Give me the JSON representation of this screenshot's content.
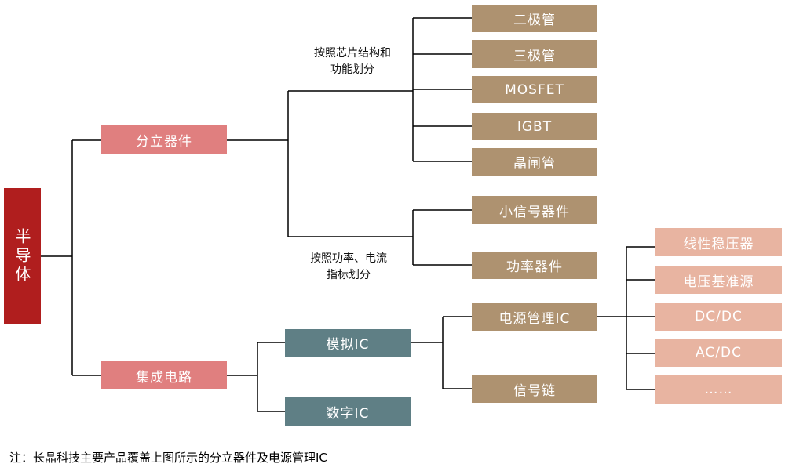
{
  "root": {
    "label": "半导体"
  },
  "discrete": {
    "label": "分立器件",
    "groups": [
      {
        "caption_line1": "按照芯片结构和",
        "caption_line2": "功能划分",
        "items": [
          "二极管",
          "三极管",
          "MOSFET",
          "IGBT",
          "晶闸管"
        ]
      },
      {
        "caption_line1": "按照功率、电流",
        "caption_line2": "指标划分",
        "items": [
          "小信号器件",
          "功率器件"
        ]
      }
    ]
  },
  "ic": {
    "label": "集成电路",
    "analog": {
      "label": "模拟IC",
      "children": [
        "电源管理IC",
        "信号链"
      ],
      "power_management": [
        "线性稳压器",
        "电压基准源",
        "DC/DC",
        "AC/DC",
        "……"
      ]
    },
    "digital": {
      "label": "数字IC"
    }
  },
  "footnote": "注：长晶科技主要产品覆盖上图所示的分立器件及电源管理IC",
  "colors": {
    "root": "#b01e1e",
    "category": "#e07f7f",
    "leaf": "#ae9270",
    "analog": "#5f7f85",
    "power_mgmt_children": "#e8b4a1",
    "connector": "#000000"
  }
}
